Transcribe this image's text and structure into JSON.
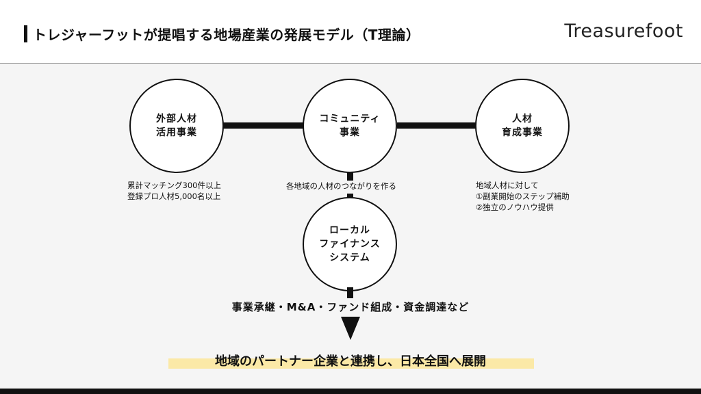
{
  "header": {
    "title": "トレジャーフットが提唱する地場産業の発展モデル（T理論）",
    "logo": "Treasurefoot"
  },
  "diagram": {
    "nodes": [
      {
        "id": "external",
        "label": "外部人材\n活用事業"
      },
      {
        "id": "community",
        "label": "コミュニティ\n事業"
      },
      {
        "id": "talent",
        "label": "人材\n育成事業"
      },
      {
        "id": "finance",
        "label": "ローカル\nファイナンス\nシステム"
      }
    ],
    "notes": {
      "external": "累計マッチング300件以上\n登録プロ人材5,000名以上",
      "community": "各地域の人材のつながりを作る",
      "talent": "地域人材に対して\n①副業開始のステップ補助\n②独立のノウハウ提供",
      "finance": "事業承継・M&A・ファンド組成・資金調達など"
    },
    "conclusion": "地域のパートナー企業と連携し、日本全国へ展開"
  },
  "colors": {
    "line": "#111111",
    "highlight": "#fbe9a7",
    "background": "#f5f5f5"
  }
}
